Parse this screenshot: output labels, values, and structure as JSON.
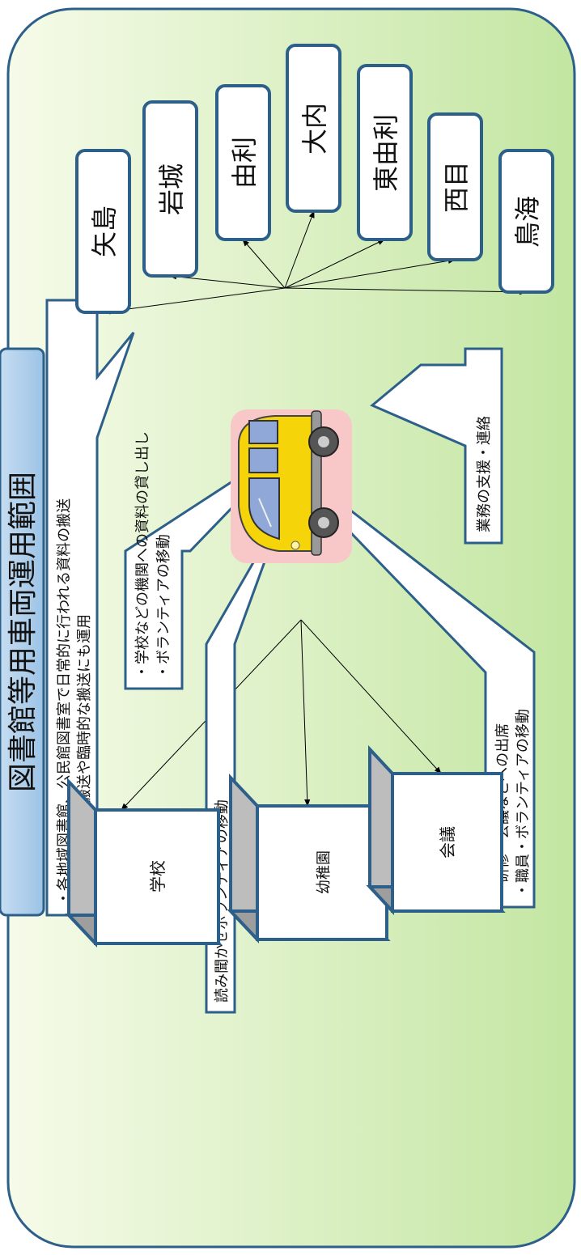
{
  "title": "図書館等用車両運用範囲",
  "hub_icon": "yellow-van-icon",
  "colors": {
    "background_light": "#f6fbe9",
    "background_green": "#c3e6a2",
    "border_blue": "#2c5f8a",
    "title_fill": "#9cc3e5",
    "cube_top": "#bdbdbd",
    "cube_side": "#9e9e9e",
    "van_yellow": "#f5d40a"
  },
  "regions": [
    {
      "label": "矢島"
    },
    {
      "label": "岩城"
    },
    {
      "label": "由利"
    },
    {
      "label": "大内"
    },
    {
      "label": "東由利"
    },
    {
      "label": "西目"
    },
    {
      "label": "鳥海"
    }
  ],
  "facilities": [
    {
      "label": "学校"
    },
    {
      "label": "幼稚園"
    },
    {
      "label": "会議"
    }
  ],
  "callouts": {
    "transport": [
      "・各地域図書館、公民館図書室で日常的に行われる資料の搬送",
      "・大量な資料補搬送や臨時的な搬送にも運用"
    ],
    "support": [
      "業務の支援・連絡"
    ],
    "lending": [
      "・学校などの機関への資料の貸し出し",
      "・ボランティアの移動"
    ],
    "storytelling": [
      "読み聞かせボランティアの移動"
    ],
    "training": [
      "・研修・会議などへの出席",
      "・職員・ボランティアの移動"
    ]
  }
}
